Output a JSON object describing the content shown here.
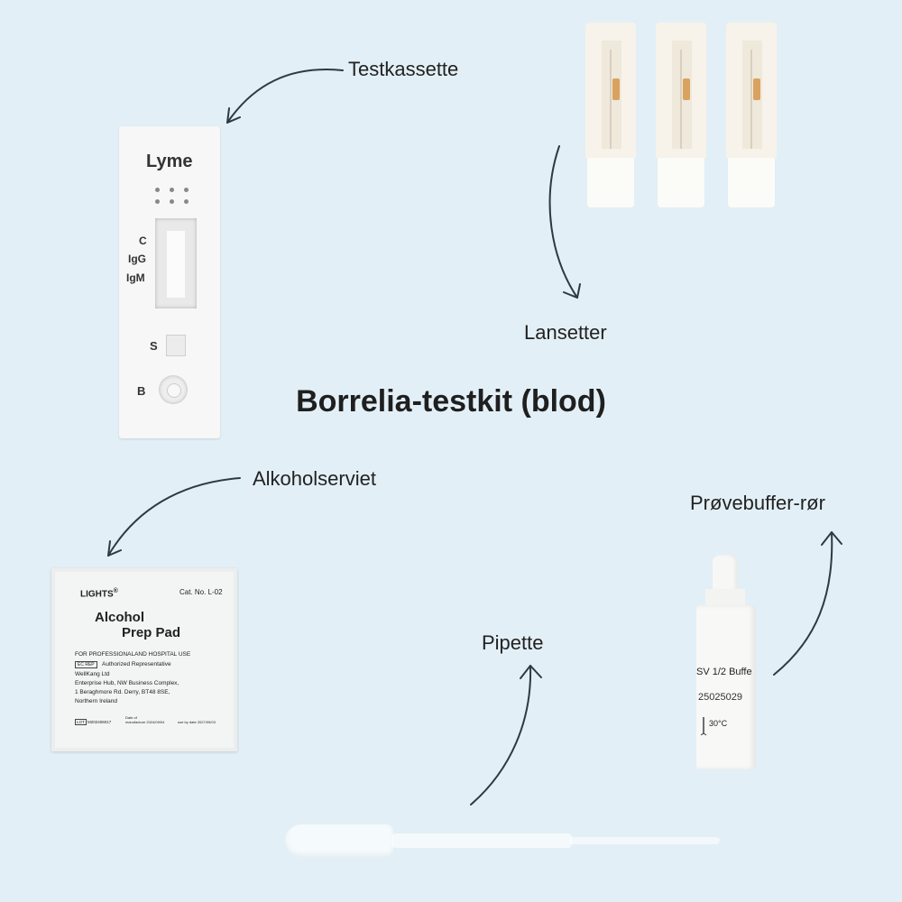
{
  "title": "Borrelia-testkit (blod)",
  "labels": {
    "testkassette": "Testkassette",
    "lansetter": "Lansetter",
    "alkoholserviet": "Alkoholserviet",
    "provebuffer": "Prøvebuffer-rør",
    "pipette": "Pipette"
  },
  "cassette": {
    "brand": "Lyme",
    "c": "C",
    "igg": "IgG",
    "igm": "IgM",
    "s": "S",
    "b": "B"
  },
  "pad": {
    "brand": "LIGHTS",
    "reg": "®",
    "cat": "Cat. No. L-02",
    "line1": "Alcohol",
    "line2": "Prep Pad",
    "use": "FOR PROFESSIONALAND HOSPITAL USE",
    "rep": "Authorized Representative",
    "ec": "EC REP",
    "company": "WellKang Ltd",
    "addr1": "Enterprise Hub, NW Business Complex,",
    "addr2": "1 Beraghmore Rd. Derry, BT48 8SE,",
    "addr3": "Northern Ireland",
    "lot": "LOT",
    "lotno": "M202406017",
    "date1": "Date of",
    "date2": "manufacture",
    "date3": "2024/09/04",
    "use1": "use by date",
    "use2": "2027/09/03"
  },
  "bottle": {
    "line1": "SV 1/2 Buffe",
    "line2": "25025029",
    "temp": "30°C"
  },
  "colors": {
    "background": "#e3eff6",
    "arrow": "#2e3a40",
    "text": "#222222"
  }
}
